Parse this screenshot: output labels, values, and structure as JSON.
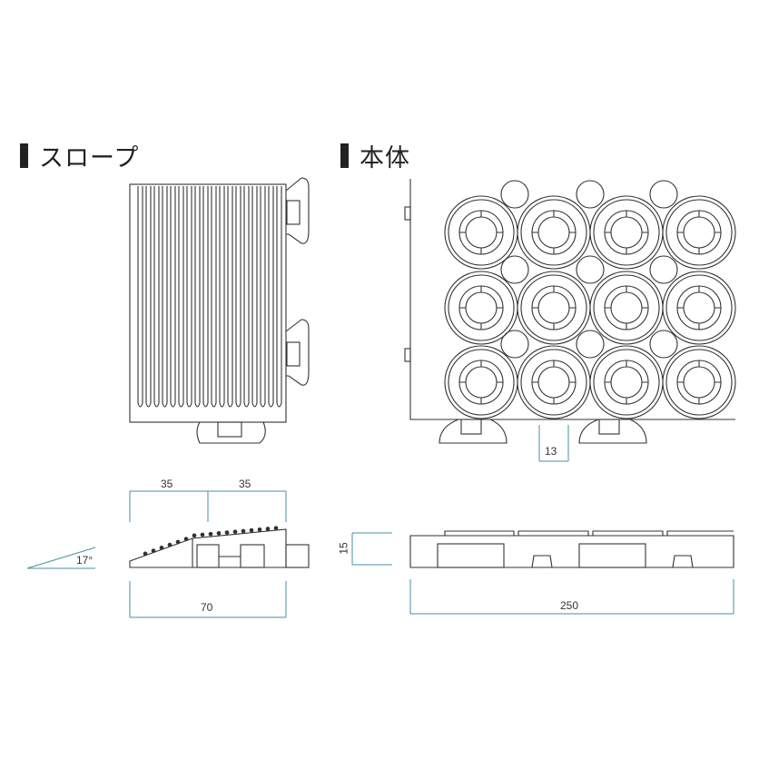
{
  "sections": {
    "slope_title": "スロープ",
    "body_title": "本体"
  },
  "dimensions": {
    "slope_half_left": "35",
    "slope_half_right": "35",
    "slope_total": "70",
    "slope_angle": "17°",
    "body_length": "250",
    "body_height": "15",
    "hole_width": "13"
  },
  "colors": {
    "line": "#333333",
    "dimension_line": "#4a8fa6"
  }
}
